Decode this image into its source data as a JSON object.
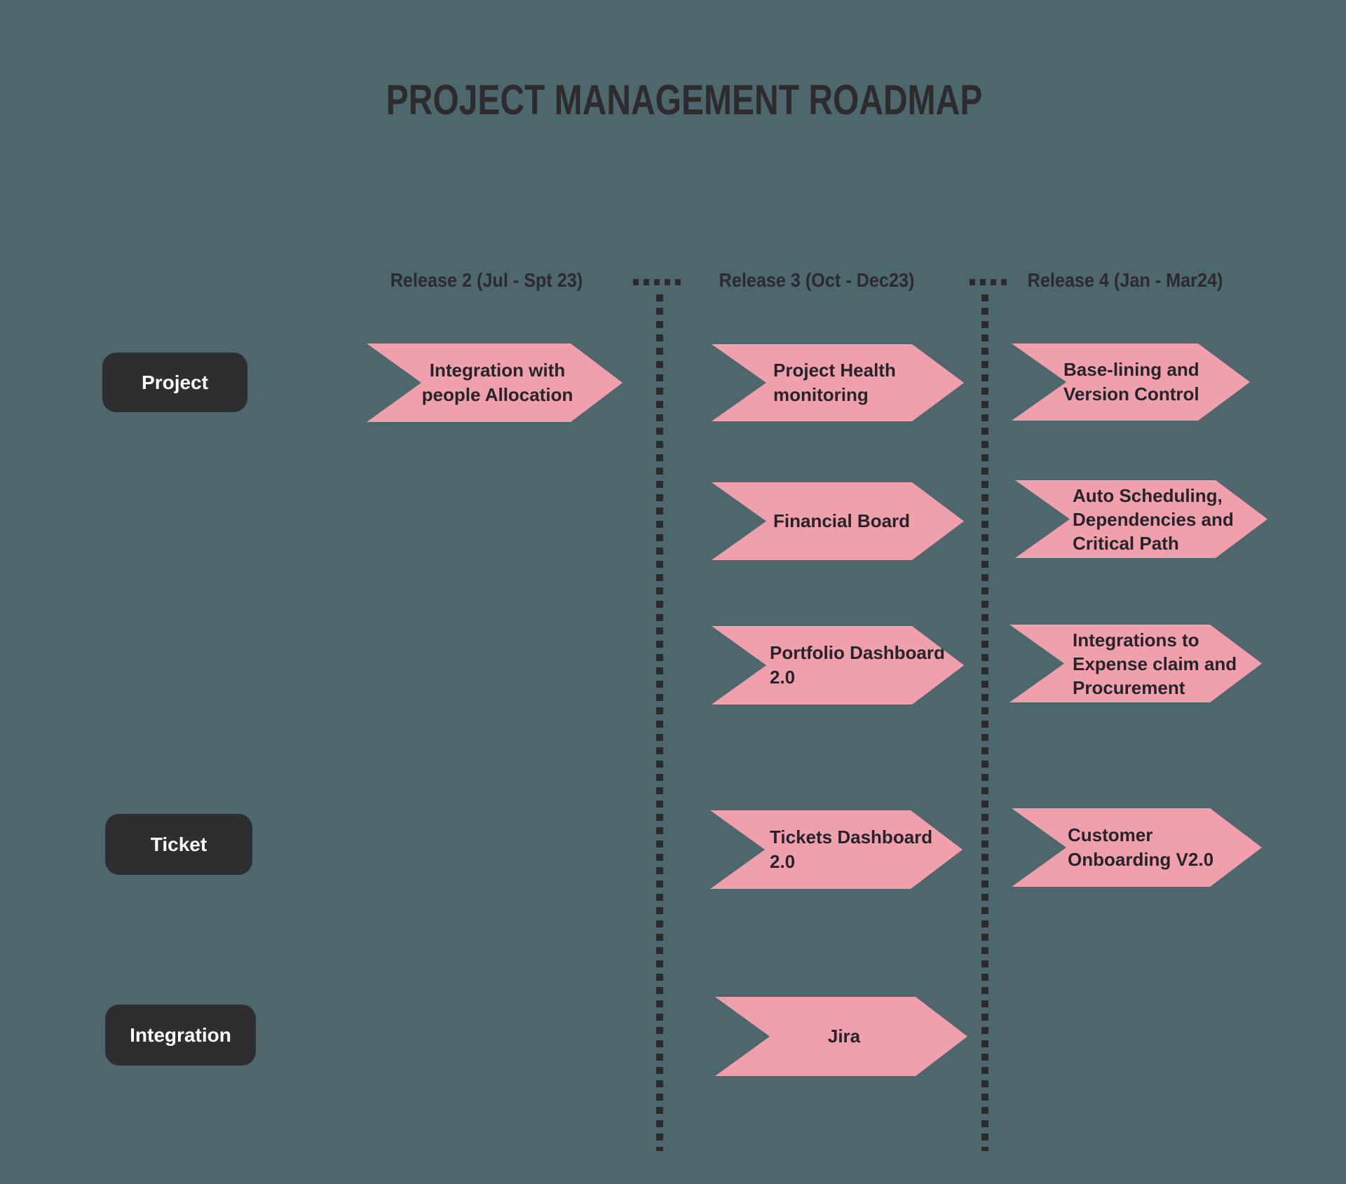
{
  "title": "PROJECT MANAGEMENT ROADMAP",
  "columns": [
    {
      "label": "Release 2 (Jul - Spt 23)"
    },
    {
      "label": "Release 3 (Oct - Dec23)"
    },
    {
      "label": "Release 4 (Jan - Mar24)"
    }
  ],
  "rows": [
    {
      "label": "Project"
    },
    {
      "label": "Ticket"
    },
    {
      "label": "Integration"
    }
  ],
  "items": [
    {
      "row": "Project",
      "column": "Release 2 (Jul - Spt 23)",
      "label": "Integration with\npeople Allocation"
    },
    {
      "row": "Project",
      "column": "Release 3 (Oct - Dec23)",
      "label": "Project Health\nmonitoring"
    },
    {
      "row": "Project",
      "column": "Release 4 (Jan - Mar24)",
      "label": "Base-lining and\nVersion Control"
    },
    {
      "row": "Project",
      "column": "Release 3 (Oct - Dec23)",
      "label": "Financial Board"
    },
    {
      "row": "Project",
      "column": "Release 4 (Jan - Mar24)",
      "label": "Auto Scheduling,\nDependencies and\nCritical Path"
    },
    {
      "row": "Project",
      "column": "Release 3 (Oct - Dec23)",
      "label": "Portfolio Dashboard\n2.0"
    },
    {
      "row": "Project",
      "column": "Release 4 (Jan - Mar24)",
      "label": "Integrations to\nExpense claim and\nProcurement"
    },
    {
      "row": "Ticket",
      "column": "Release 3 (Oct - Dec23)",
      "label": "Tickets Dashboard\n2.0"
    },
    {
      "row": "Ticket",
      "column": "Release 4 (Jan - Mar24)",
      "label": "Customer\nOnboarding V2.0"
    },
    {
      "row": "Integration",
      "column": "Release 3 (Oct - Dec23)",
      "label": "Jira"
    }
  ],
  "colors": {
    "background": "#4D676D",
    "arrow_fill": "#F0A0AC",
    "row_label_box": "#2E2D30",
    "dark_text": "#26242A",
    "divider_dots": "#2B2A2E",
    "row_label_text": "#FFFFFF"
  }
}
